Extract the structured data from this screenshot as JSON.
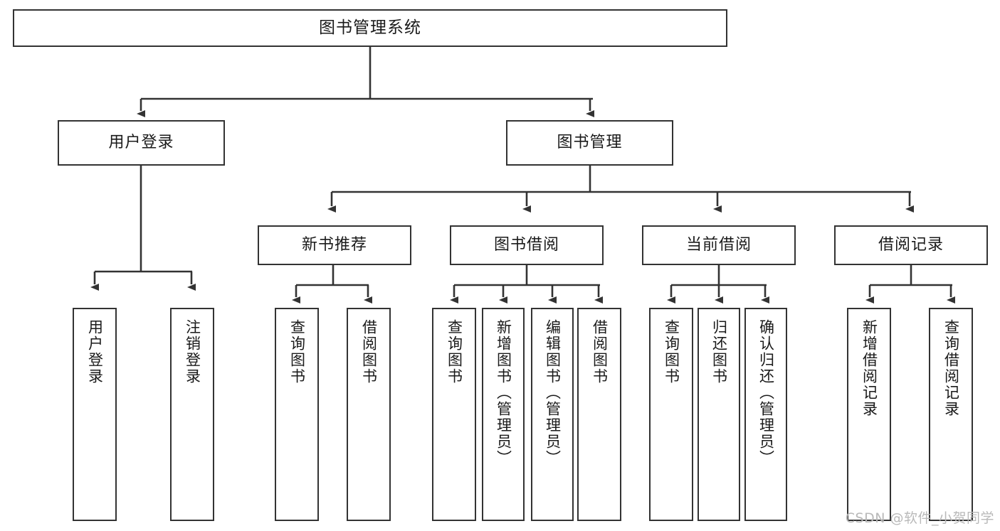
{
  "diagram": {
    "title": "图书管理系统",
    "watermark": "CSDN @软件_小贺同学",
    "line_color": "#333333",
    "box_fill": "#ffffff",
    "text_color": "#1a1a1a",
    "watermark_color": "#b9b9b9"
  },
  "levels": {
    "root": {
      "label": "图书管理系统"
    },
    "level2": [
      {
        "label": "用户登录"
      },
      {
        "label": "图书管理"
      }
    ],
    "level3": [
      {
        "label": "新书推荐"
      },
      {
        "label": "图书借阅"
      },
      {
        "label": "当前借阅"
      },
      {
        "label": "借阅记录"
      }
    ],
    "leaves": {
      "user_login": [
        {
          "label": "用户登录"
        },
        {
          "label": "注销登录"
        }
      ],
      "new_book": [
        {
          "label": "查询图书"
        },
        {
          "label": "借阅图书"
        }
      ],
      "book_borrow": [
        {
          "label": "查询图书"
        },
        {
          "label": "新增图书（管理员）"
        },
        {
          "label": "编辑图书（管理员）"
        },
        {
          "label": "借阅图书"
        }
      ],
      "current_borrow": [
        {
          "label": "查询图书"
        },
        {
          "label": "归还图书"
        },
        {
          "label": "确认归还（管理员）"
        }
      ],
      "borrow_record": [
        {
          "label": "新增借阅记录"
        },
        {
          "label": "查询借阅记录"
        }
      ]
    }
  }
}
